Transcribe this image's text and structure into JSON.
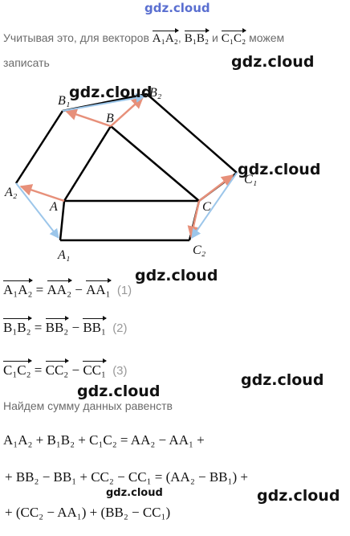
{
  "watermark": "gdz.cloud",
  "intro_text": "Учитывая это, для векторов",
  "intro_sep1": ",",
  "intro_and": "и",
  "intro_tail": "можем",
  "intro_line2": "записать",
  "vec_A1A2": "A₁A₂",
  "vec_B1B2": "B₁B₂",
  "vec_C1C2": "C₁C₂",
  "figure": {
    "labels": {
      "A": "A",
      "B": "B",
      "C": "C",
      "A1": "A₁",
      "A2": "A₂",
      "B1": "B₁",
      "B2": "B₂",
      "C1": "C₁",
      "C2": "C₂"
    }
  },
  "equations": [
    {
      "lhs": "A₁A₂",
      "rhs1": "AA₂",
      "rhs2": "AA₁",
      "num": "(1)"
    },
    {
      "lhs": "B₁B₂",
      "rhs1": "BB₂",
      "rhs2": "BB₁",
      "num": "(2)"
    },
    {
      "lhs": "C₁C₂",
      "rhs1": "CC₂",
      "rhs2": "CC₁",
      "num": "(3)"
    }
  ],
  "sum_text": "Найдем сумму данных равенств",
  "sum_lines": {
    "line1": "A₁A₂ + B₁B₂ + C₁C₂ = AA₂ − AA₁ +",
    "line2": "+ BB₂ − BB₁ + CC₂ − CC₁ = (AA₂ − BB₁) +",
    "line3": "+ (CC₂ − AA₁) + (BB₂ − CC₁)"
  }
}
